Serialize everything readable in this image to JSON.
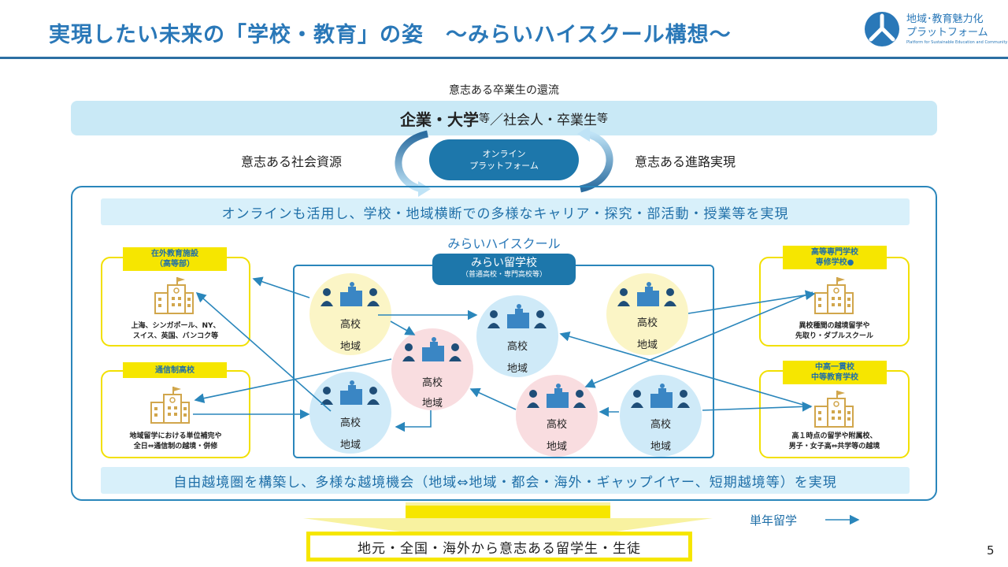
{
  "header": {
    "title": "実現したい未来の「学校・教育」の姿　～みらいハイスクール構想～",
    "logo_line1": "地域･教育魅力化",
    "logo_line2": "プラットフォーム",
    "logo_tagline": "Platform for Sustainable Education and Community",
    "logo_icon": "platform-logo-icon"
  },
  "top": {
    "caption": "意志ある卒業生の還流",
    "banner_part1": "企業・大学",
    "banner_part2": "等",
    "banner_part3": "／社会人・卒業生",
    "banner_part4": "等",
    "left_label": "意志ある社会資源",
    "right_label": "意志ある進路実現",
    "platform_line1": "オンライン",
    "platform_line2": "プラットフォーム"
  },
  "main": {
    "top_strip": "オンラインも活用し、学校・地域横断での多様なキャリア・探究・部活動・授業等を実現",
    "mirai_label": "みらいハイスクール",
    "inner_title": "みらい留学校",
    "inner_subtitle": "（普通高校・専門高校等）",
    "bottom_strip": "自由越境圏を構築し、多様な越境機会（地域⇔地域・都会・海外・ギャップイヤー、短期越境等）を実現"
  },
  "schools": [
    {
      "label": "高校",
      "region": "地域",
      "color": "yellow"
    },
    {
      "label": "高校",
      "region": "地域",
      "color": "blue"
    },
    {
      "label": "高校",
      "region": "地域",
      "color": "yellow"
    },
    {
      "label": "高校",
      "region": "地域",
      "color": "pink"
    },
    {
      "label": "高校",
      "region": "地域",
      "color": "blue"
    },
    {
      "label": "高校",
      "region": "地域",
      "color": "pink"
    },
    {
      "label": "高校",
      "region": "地域",
      "color": "blue"
    }
  ],
  "partners": {
    "overseas": {
      "tag1": "在外教育施設",
      "tag2": "（高等部）",
      "desc1": "上海、シンガポール、NY、",
      "desc2": "スイス、英国、バンコク等"
    },
    "correspondence": {
      "tag1": "通信制高校",
      "desc1": "地域留学における単位補完や",
      "desc2": "全日⇔通信制の越境・併修"
    },
    "vocational": {
      "tag1": "高等専門学校",
      "tag2": "専修学校●",
      "desc1": "異校種間の越境留学や",
      "desc2": "先取り・ダブルスクール"
    },
    "integrated": {
      "tag1": "中高一貫校",
      "tag2": "中等教育学校",
      "desc1": "高１時点の留学や附属校、",
      "desc2": "男子・女子高⇔共学等の越境"
    }
  },
  "bottom": {
    "students": "地元・全国・海外から意志ある留学生・生徒",
    "legend": "単年留学"
  },
  "page_number": "5",
  "colors": {
    "accent": "#2a78b8",
    "dark_blue": "#1d77ab",
    "light_blue": "#c9e9f6",
    "yellow": "#f6e600"
  }
}
